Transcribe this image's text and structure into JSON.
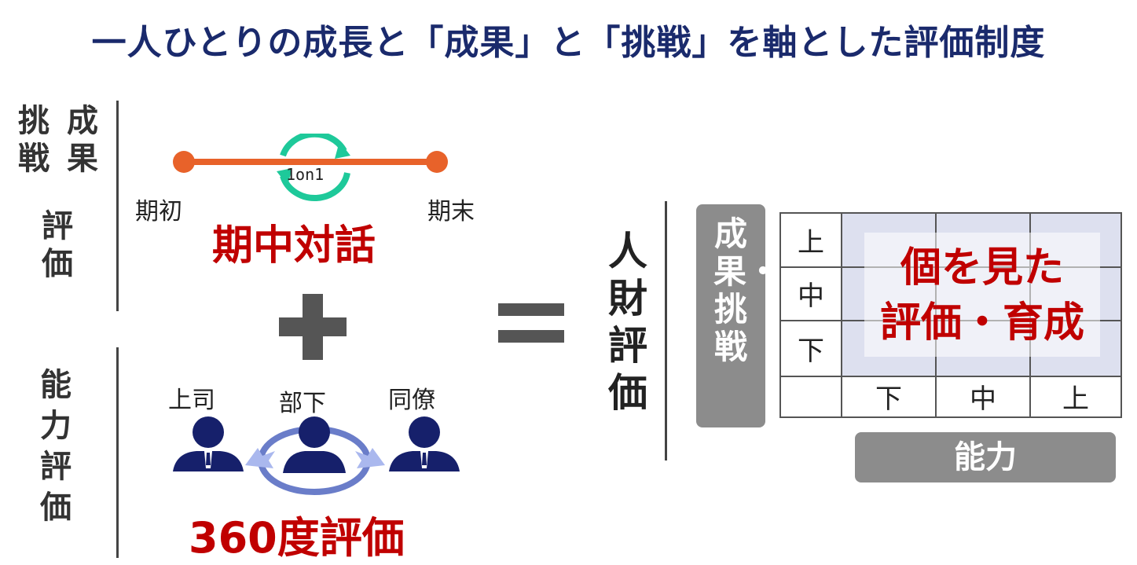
{
  "title": "一人ひとりの成長と「成果」と「挑戦」を軸とした評価制度",
  "left_top_label": {
    "col1": "挑戦",
    "col2": "成果",
    "sub": "評価"
  },
  "left_bottom_label": "能力評価",
  "timeline": {
    "start": "期初",
    "end": "期末",
    "badge": "1on1",
    "caption": "期中対話"
  },
  "peers": {
    "boss": "上司",
    "subordinate": "部下",
    "colleague": "同僚",
    "caption": "360度評価"
  },
  "result_label": "人財評価",
  "matrix": {
    "y_axis_label": "成果・挑戦",
    "rows": [
      "上",
      "中",
      "下"
    ],
    "cols": [
      "下",
      "中",
      "上"
    ],
    "overlay": [
      "個を見た",
      "評価・育成"
    ],
    "x_axis_label": "能力"
  },
  "colors": {
    "title": "#1a2a6c",
    "accent_red": "#c00000",
    "timeline": "#e8622a",
    "loop": "#1ec99a",
    "person": "#16206b",
    "arrow": "#aab8ee",
    "ring": "#6a7dc9"
  }
}
